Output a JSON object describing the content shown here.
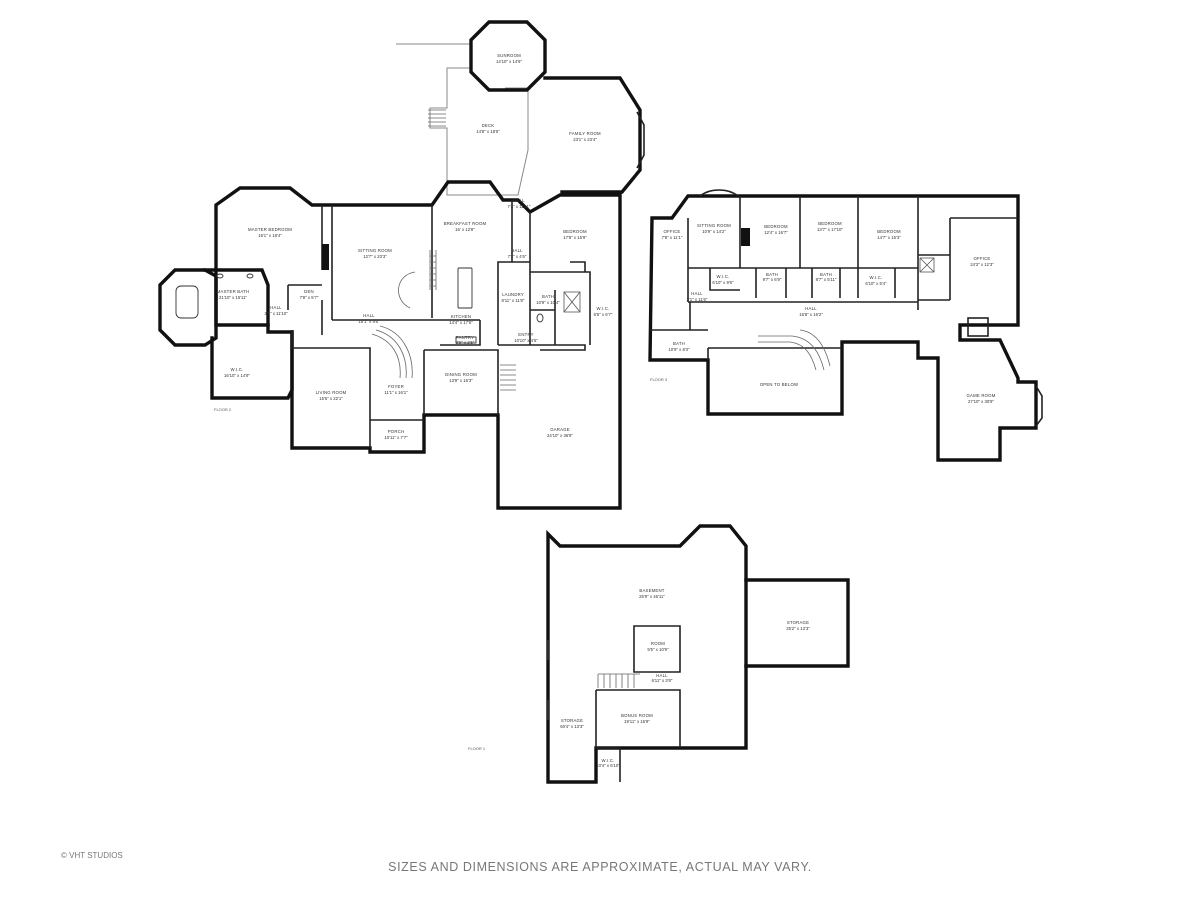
{
  "copyright": "© VHT STUDIOS",
  "disclaimer": "SIZES AND DIMENSIONS ARE APPROXIMATE, ACTUAL MAY VARY.",
  "floors": {
    "floor2": {
      "label": "FLOOR 2"
    },
    "floor3": {
      "label": "FLOOR 3"
    },
    "floor1": {
      "label": "FLOOR 1"
    }
  },
  "rooms": {
    "sunroom": {
      "name": "SUNROOM",
      "dims": "14'10\" x 14'9\""
    },
    "deck": {
      "name": "DECK",
      "dims": "14'8\" x 18'5\""
    },
    "family_room": {
      "name": "FAMILY ROOM",
      "dims": "23'1\" x 23'4\""
    },
    "master_bedroom": {
      "name": "MASTER BEDROOM",
      "dims": "16'1\" x 18'4\""
    },
    "sitting_room": {
      "name": "SITTING ROOM",
      "dims": "12'7\" x 23'3\""
    },
    "breakfast_room": {
      "name": "BREAKFAST ROOM",
      "dims": "16' x 12'8\""
    },
    "hall_top": {
      "name": "HALL",
      "dims": "7'4\" x 11'11\""
    },
    "bedroom_main": {
      "name": "BEDROOM",
      "dims": "17'8\" x 15'9\""
    },
    "master_bath": {
      "name": "MASTER BATH",
      "dims": "21'10\" x 15'11\""
    },
    "den": {
      "name": "DEN",
      "dims": "7'8\" x 5'7\""
    },
    "hall_side": {
      "name": "HALL",
      "dims": "3'5\" x 11'10\""
    },
    "kitchen": {
      "name": "KITCHEN",
      "dims": "14'4\" x 17'6\""
    },
    "laundry": {
      "name": "LAUNDRY",
      "dims": "8'11\" x 11'8\""
    },
    "bath_main": {
      "name": "BATH",
      "dims": "10'9\" x 10'4\""
    },
    "wic_main": {
      "name": "W.I.C.",
      "dims": "6'5\" x 6'7\""
    },
    "hall_center": {
      "name": "HALL",
      "dims": "16'1\" x 9'6\""
    },
    "pantry": {
      "name": "PANTRY",
      "dims": "3'9\" x 2'5\""
    },
    "entry": {
      "name": "ENTRY",
      "dims": "10'10\" x 4'6\""
    },
    "hall_small": {
      "name": "HALL",
      "dims": "7'2\" x 4'6\""
    },
    "wic_master": {
      "name": "W.I.C.",
      "dims": "16'10\" x 14'9\""
    },
    "living_room": {
      "name": "LIVING ROOM",
      "dims": "15'6\" x 22'1\""
    },
    "foyer": {
      "name": "FOYER",
      "dims": "11'1\" x 16'1\""
    },
    "dining_room": {
      "name": "DINING ROOM",
      "dims": "13'9\" x 16'3\""
    },
    "porch": {
      "name": "PORCH",
      "dims": "10'11\" x 7'7\""
    },
    "garage": {
      "name": "GARAGE",
      "dims": "24'10\" x 36'8\""
    },
    "office_up": {
      "name": "OFFICE",
      "dims": "7'8\" x 11'1\""
    },
    "sitting_room_up": {
      "name": "SITTING ROOM",
      "dims": "10'9\" x 14'2\""
    },
    "bedroom_a": {
      "name": "BEDROOM",
      "dims": "12'4\" x 16'7\""
    },
    "bedroom_b": {
      "name": "BEDROOM",
      "dims": "13'7\" x 17'10\""
    },
    "bedroom_c": {
      "name": "BEDROOM",
      "dims": "14'7\" x 15'3\""
    },
    "office_right": {
      "name": "OFFICE",
      "dims": "24'3\" x 12'3\""
    },
    "wic_up": {
      "name": "W.I.C.",
      "dims": "6'10\" x 9'6\""
    },
    "bath_up_a": {
      "name": "BATH",
      "dims": "9'7\" x 6'9\""
    },
    "bath_up_b": {
      "name": "BATH",
      "dims": "8'7\" x 5'11\""
    },
    "wic_up_b": {
      "name": "W.I.C.",
      "dims": "6'10\" x 5'4\""
    },
    "hall_up": {
      "name": "HALL",
      "dims": "16'8\" x 16'2\""
    },
    "hall_up_left": {
      "name": "HALL",
      "dims": "3'1\" x 11'6\""
    },
    "bath_up_left": {
      "name": "BATH",
      "dims": "10'9\" x 8'3\""
    },
    "open_to_below": {
      "name": "OPEN TO BELOW",
      "dims": ""
    },
    "game_room": {
      "name": "GAME ROOM",
      "dims": "27'10\" x 30'9\""
    },
    "basement": {
      "name": "BASEMENT",
      "dims": "25'9\" x 46'11\""
    },
    "storage_right": {
      "name": "STORAGE",
      "dims": "25'2\" x 13'3\""
    },
    "room_base": {
      "name": "ROOM",
      "dims": "9'5\" x 10'9\""
    },
    "hall_base": {
      "name": "HALL",
      "dims": "6'11\" x 3'8\""
    },
    "storage_left": {
      "name": "STORAGE",
      "dims": "60'4\" x 13'3\""
    },
    "bonus_room": {
      "name": "BONUS ROOM",
      "dims": "19'11\" x 15'9\""
    },
    "wic_base": {
      "name": "W.I.C.",
      "dims": "10'4\" x 6'10\""
    }
  }
}
